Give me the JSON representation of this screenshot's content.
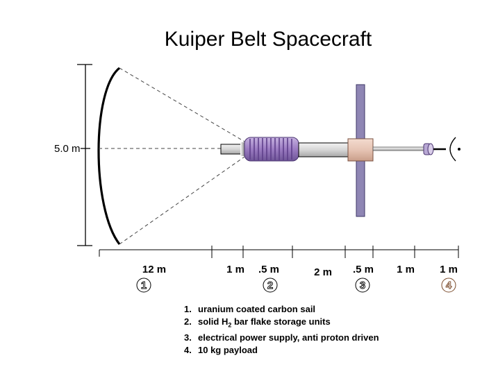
{
  "title": "Kuiper Belt Spacecraft",
  "sail_height_label": "5.0 m",
  "segments": [
    {
      "label": "12 m"
    },
    {
      "label": "1 m"
    },
    {
      "label": ".5 m"
    },
    {
      "label": "2 m"
    },
    {
      "label": ".5 m"
    },
    {
      "label": "1 m"
    },
    {
      "label": "1 m"
    }
  ],
  "markers": [
    "1",
    "2",
    "3",
    "4"
  ],
  "legend": [
    {
      "num": "1.",
      "text": "uranium coated carbon sail"
    },
    {
      "num": "2.",
      "pre": "solid H",
      "sub": "2",
      "post": " bar flake storage units"
    },
    {
      "num": "3.",
      "text": "electrical power supply, anti proton driven"
    },
    {
      "num": "4.",
      "text": "10 kg payload"
    }
  ],
  "colors": {
    "storage": "#9b7bc2",
    "storage_ribs": "#5e3f8a",
    "power_supply": "#e6c4b4",
    "radiator": "#8f86b4",
    "tube": "#d0d0d0",
    "marker_brown": "#7a4a2a"
  }
}
